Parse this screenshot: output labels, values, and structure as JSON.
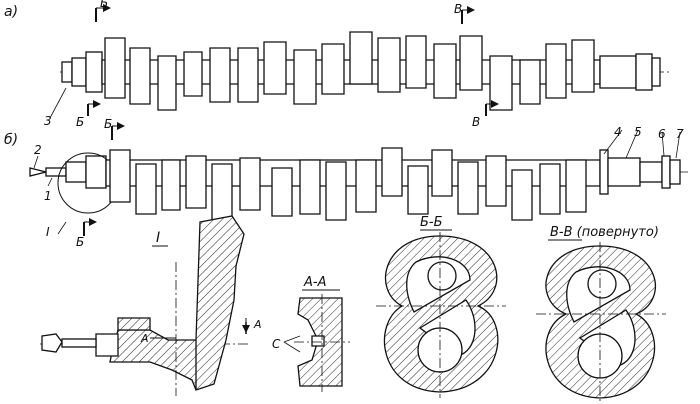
{
  "view_labels": {
    "a": "а)",
    "b": "б)"
  },
  "section_marks": {
    "bb": "Б",
    "vv": "В",
    "aa": "А",
    "c": "С"
  },
  "callouts": [
    "1",
    "2",
    "3",
    "4",
    "5",
    "6",
    "7"
  ],
  "detail": {
    "roman": "I"
  },
  "section_titles": {
    "detail_I": "I",
    "aa": "А-А",
    "bb": "Б-Б",
    "vv": "В-В (повернуто)"
  }
}
